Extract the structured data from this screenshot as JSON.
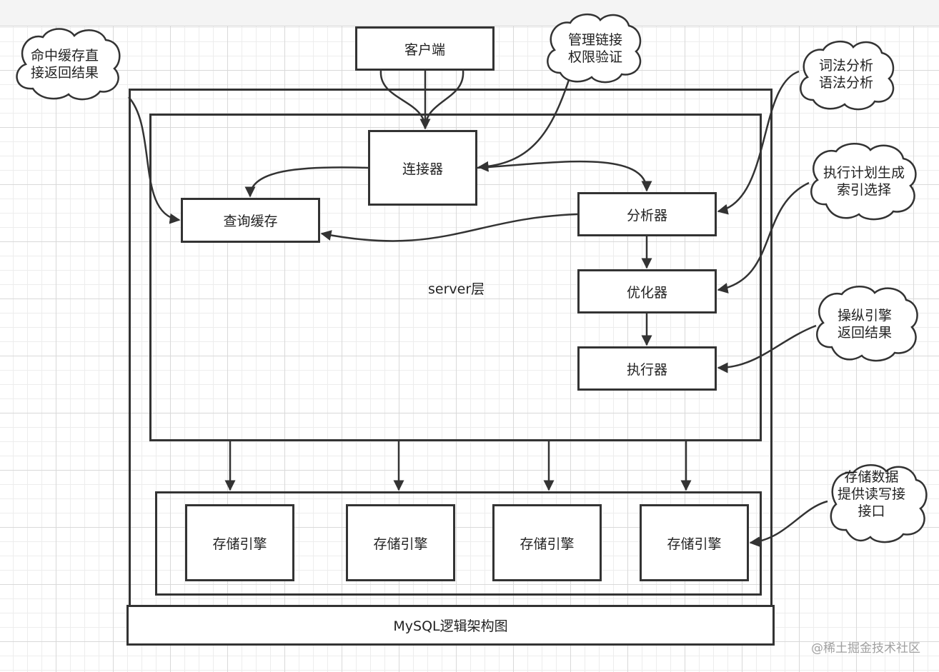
{
  "diagram": {
    "client": "客户端",
    "connector": "连接器",
    "query_cache": "查询缓存",
    "analyzer": "分析器",
    "optimizer": "优化器",
    "executor": "执行器",
    "server_layer": "server层",
    "storage_engines": [
      "存储引擎",
      "存储引擎",
      "存储引擎",
      "存储引擎"
    ],
    "footer_title": "MySQL逻辑架构图"
  },
  "annotations": {
    "cache_hit": [
      "命中缓存直",
      "接返回结果"
    ],
    "connection": [
      "管理链接",
      "权限验证"
    ],
    "parsing": [
      "词法分析",
      "语法分析"
    ],
    "planning": [
      "执行计划生成",
      "索引选择"
    ],
    "engine_ops": [
      "操纵引擎",
      "返回结果"
    ],
    "storage_ops": [
      "存储数据",
      "提供读写接",
      "接口"
    ]
  },
  "watermark": "@稀土掘金技术社区",
  "colors": {
    "stroke": "#333333",
    "cloud_fill": "#ffffff",
    "grid_major": "#d9d9d9",
    "grid_minor": "#ededed"
  }
}
